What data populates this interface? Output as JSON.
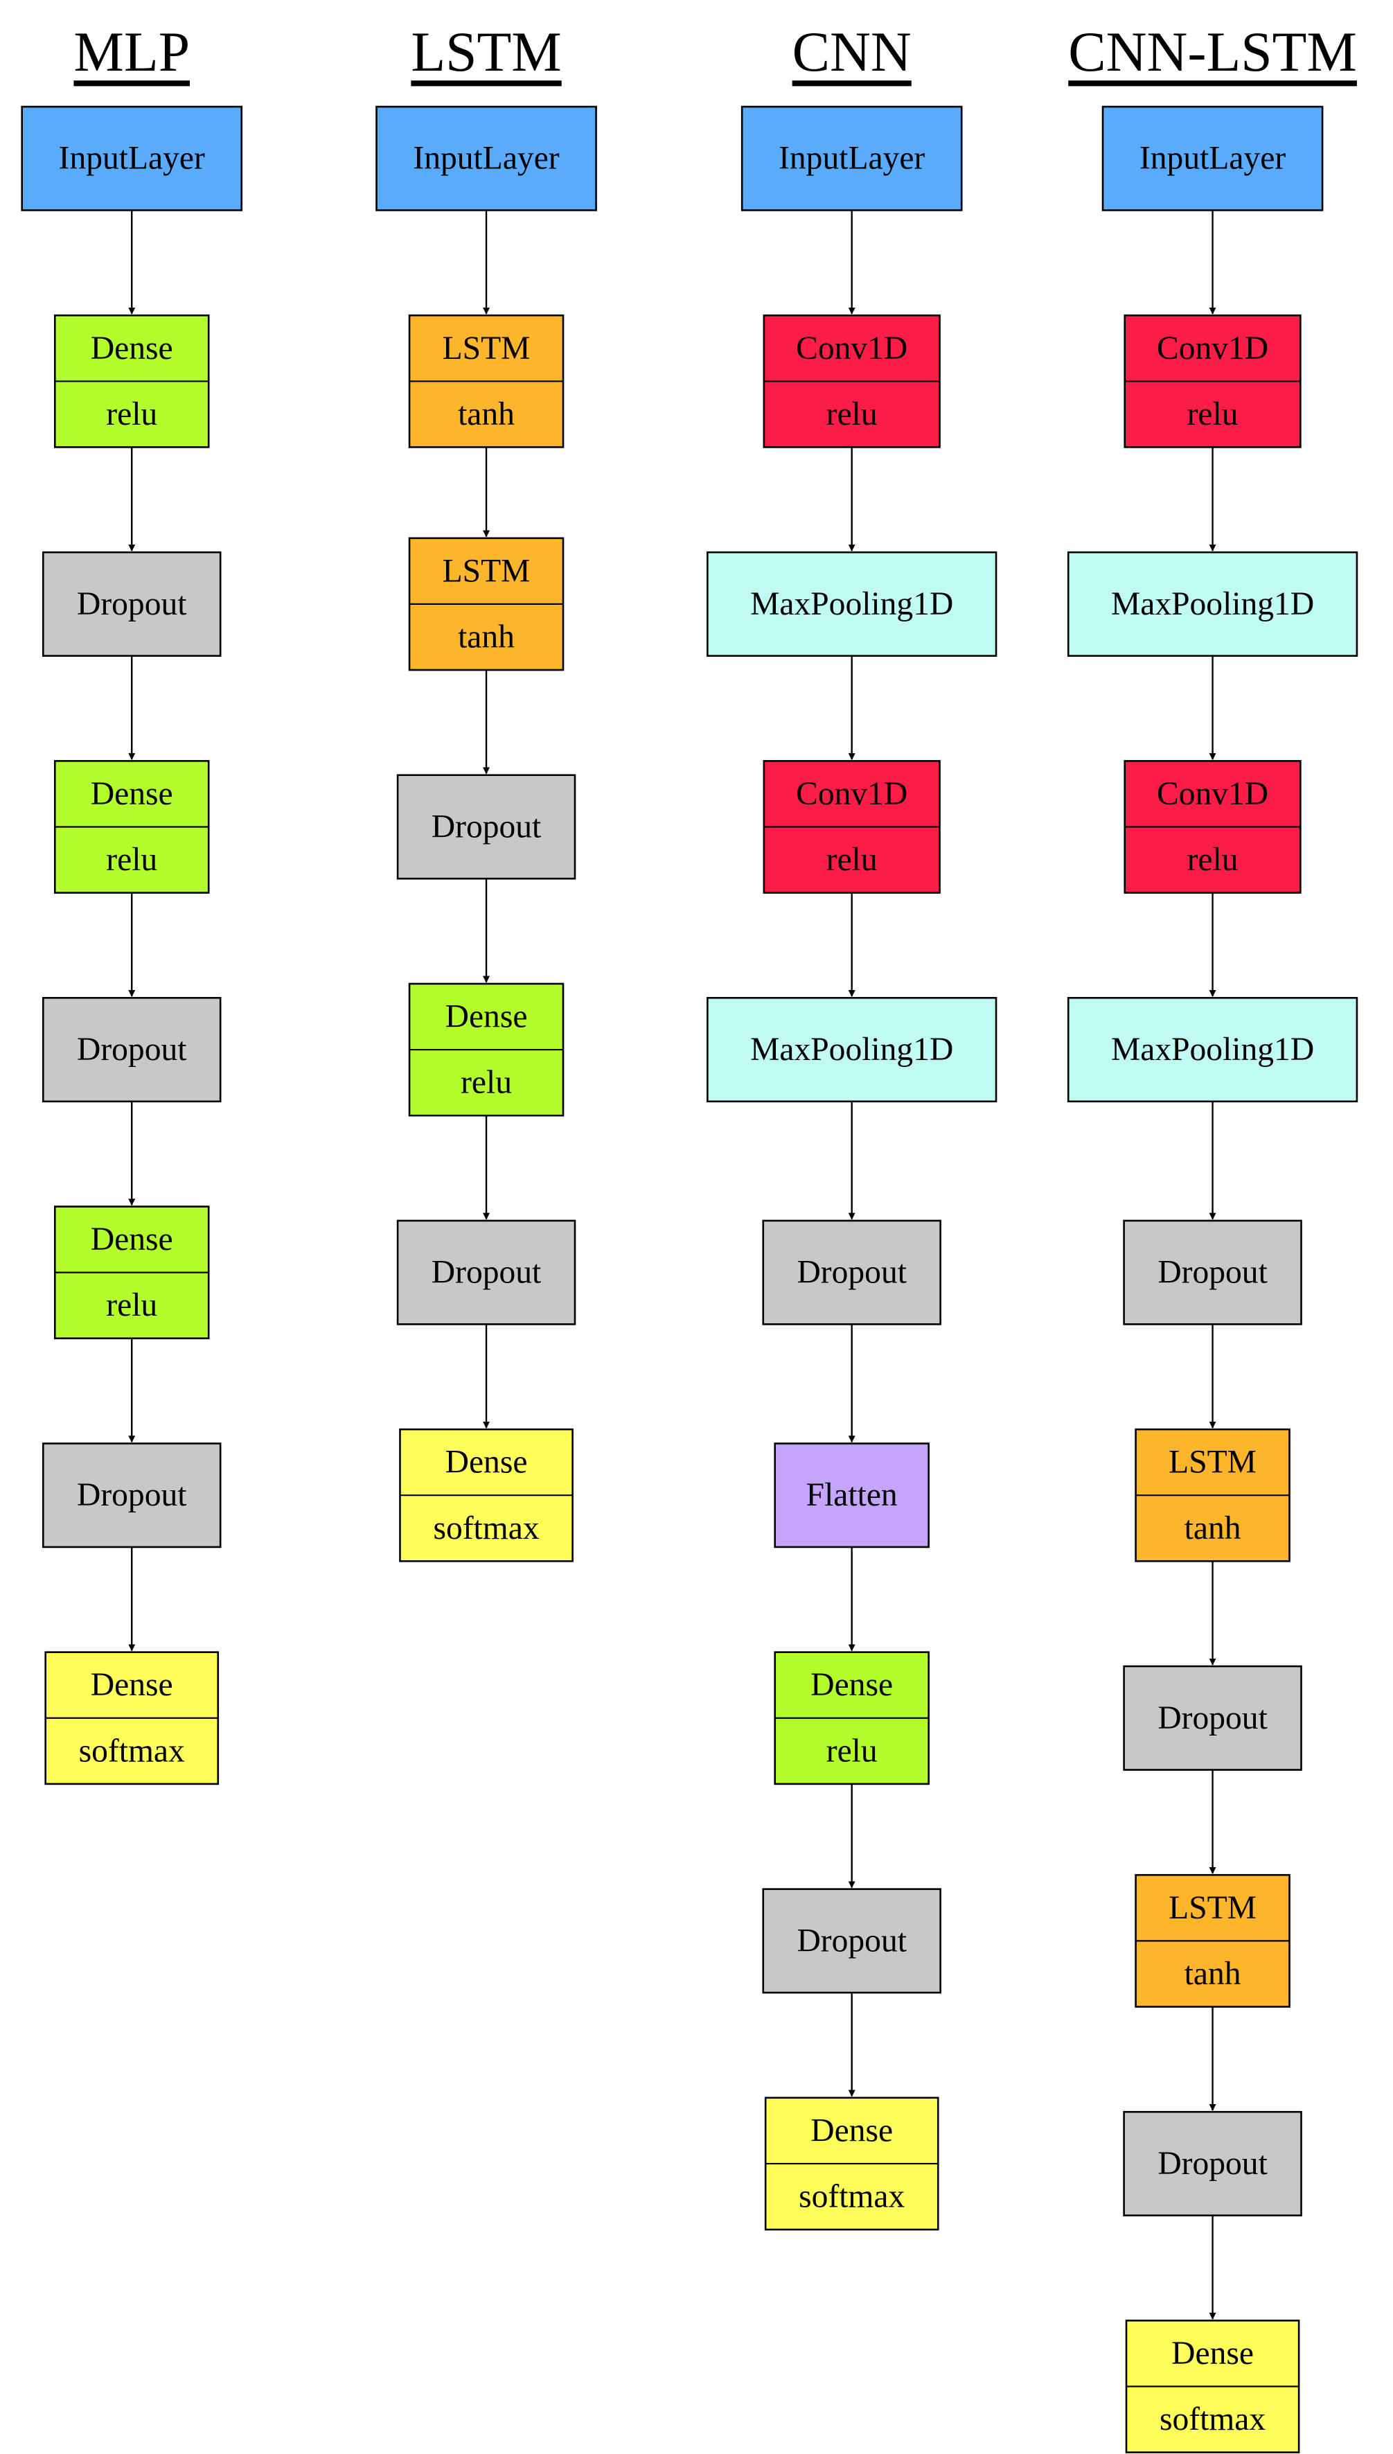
{
  "colors": {
    "input": "#5aabfb",
    "dense_relu": "#b2fd2b",
    "dropout": "#c8c8c8",
    "lstm": "#fdb52b",
    "conv": "#fa1d48",
    "pool": "#bffbf2",
    "flatten": "#c5a5fc",
    "output": "#fffd5a",
    "stroke": "#000000"
  },
  "columns": [
    {
      "title": "MLP",
      "layers": [
        {
          "kind": "input",
          "name": "InputLayer"
        },
        {
          "kind": "dense_relu",
          "name": "Dense",
          "activation": "relu"
        },
        {
          "kind": "dropout",
          "name": "Dropout"
        },
        {
          "kind": "dense_relu",
          "name": "Dense",
          "activation": "relu"
        },
        {
          "kind": "dropout",
          "name": "Dropout"
        },
        {
          "kind": "dense_relu",
          "name": "Dense",
          "activation": "relu"
        },
        {
          "kind": "dropout",
          "name": "Dropout"
        },
        {
          "kind": "output",
          "name": "Dense",
          "activation": "softmax"
        }
      ]
    },
    {
      "title": "LSTM",
      "layers": [
        {
          "kind": "input",
          "name": "InputLayer"
        },
        {
          "kind": "lstm",
          "name": "LSTM",
          "activation": "tanh"
        },
        {
          "kind": "lstm",
          "name": "LSTM",
          "activation": "tanh"
        },
        {
          "kind": "dropout",
          "name": "Dropout"
        },
        {
          "kind": "dense_relu",
          "name": "Dense",
          "activation": "relu"
        },
        {
          "kind": "dropout",
          "name": "Dropout"
        },
        {
          "kind": "output",
          "name": "Dense",
          "activation": "softmax"
        }
      ]
    },
    {
      "title": "CNN",
      "layers": [
        {
          "kind": "input",
          "name": "InputLayer"
        },
        {
          "kind": "conv",
          "name": "Conv1D",
          "activation": "relu"
        },
        {
          "kind": "pool",
          "name": "MaxPooling1D"
        },
        {
          "kind": "conv",
          "name": "Conv1D",
          "activation": "relu"
        },
        {
          "kind": "pool",
          "name": "MaxPooling1D"
        },
        {
          "kind": "dropout",
          "name": "Dropout"
        },
        {
          "kind": "flatten",
          "name": "Flatten"
        },
        {
          "kind": "dense_relu",
          "name": "Dense",
          "activation": "relu"
        },
        {
          "kind": "dropout",
          "name": "Dropout"
        },
        {
          "kind": "output",
          "name": "Dense",
          "activation": "softmax"
        }
      ]
    },
    {
      "title": "CNN-LSTM",
      "layers": [
        {
          "kind": "input",
          "name": "InputLayer"
        },
        {
          "kind": "conv",
          "name": "Conv1D",
          "activation": "relu"
        },
        {
          "kind": "pool",
          "name": "MaxPooling1D"
        },
        {
          "kind": "conv",
          "name": "Conv1D",
          "activation": "relu"
        },
        {
          "kind": "pool",
          "name": "MaxPooling1D"
        },
        {
          "kind": "dropout",
          "name": "Dropout"
        },
        {
          "kind": "lstm",
          "name": "LSTM",
          "activation": "tanh"
        },
        {
          "kind": "dropout",
          "name": "Dropout"
        },
        {
          "kind": "lstm",
          "name": "LSTM",
          "activation": "tanh"
        },
        {
          "kind": "dropout",
          "name": "Dropout"
        },
        {
          "kind": "output",
          "name": "Dense",
          "activation": "softmax"
        }
      ]
    }
  ]
}
